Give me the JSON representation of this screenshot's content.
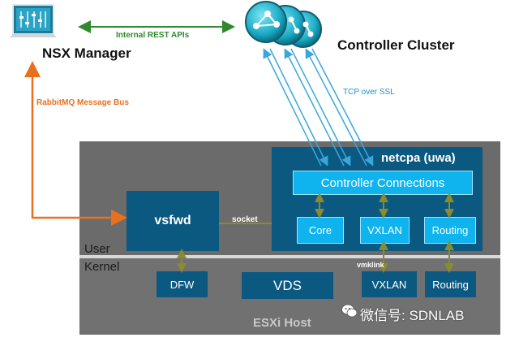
{
  "top": {
    "nsx_manager": "NSX Manager",
    "controller_cluster": "Controller Cluster",
    "internal_rest_apis": "Internal REST APIs",
    "rabbitmq": "RabbitMQ Message Bus",
    "tcp_over_ssl": "TCP over SSL"
  },
  "host": {
    "esxi_host": "ESXi Host",
    "user": "User",
    "kernel": "Kernel",
    "socket": "socket",
    "vmklink": "vmklink"
  },
  "user_space": {
    "vsfwd": "vsfwd",
    "netcpa": "netcpa (uwa)",
    "controller_connections": "Controller Connections",
    "core": "Core",
    "vxlan": "VXLAN",
    "routing": "Routing"
  },
  "kernel_space": {
    "dfw": "DFW",
    "vds": "VDS",
    "vxlan": "VXLAN",
    "routing": "Routing"
  },
  "watermark": "微信号: SDNLAB",
  "colors": {
    "navy": "#0b5880",
    "cyan": "#0fb4ee",
    "host_gray": "#6b6b6b",
    "rest_green": "#2f8a2f",
    "rabbit_orange": "#e8701e",
    "ssl_blue": "#3aa7dc",
    "link_olive": "#6b6b2e"
  },
  "icons": {
    "nsx_manager": "monitor-icon",
    "controller_nodes": "network-sphere-icon",
    "watermark": "wechat-icon"
  }
}
